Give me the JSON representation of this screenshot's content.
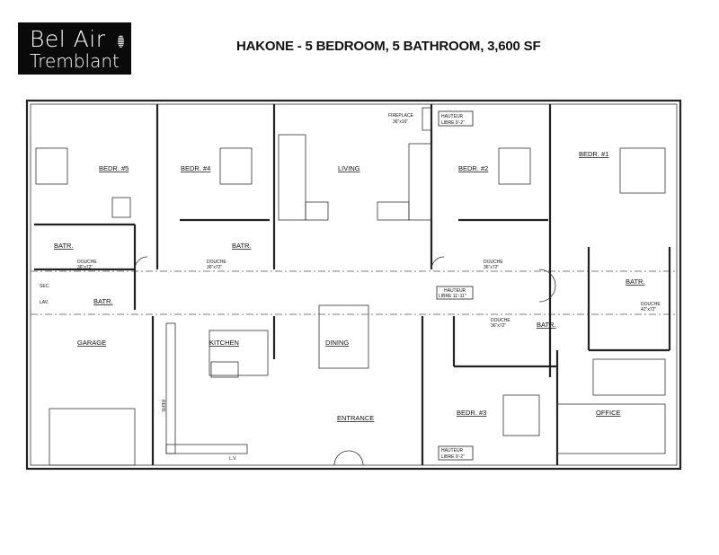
{
  "logo": {
    "line1": "Bel Air",
    "line2": "Tremblant"
  },
  "title": "HAKONE - 5 BEDROOM, 5 BATHROOM, 3,600 SF",
  "rooms": {
    "bedr5": "BEDR. #5",
    "bedr4": "BEDR. #4",
    "living": "LIVING",
    "bedr2": "BEDR. #2",
    "bedr1": "BEDR. #1",
    "bedr3": "BEDR. #3",
    "kitchen": "KITCHEN",
    "dining": "DINING",
    "entrance": "ENTRANCE",
    "garage": "GARAGE",
    "office": "OFFICE",
    "batr": "BATR."
  },
  "fixtures": {
    "fireplace": "FIREPLACE",
    "fireplace_size": "36\"x16\"",
    "douche": "DOUCHE",
    "douche_size": "36\"x72\"",
    "douche_master_size": "42\"x72\"",
    "sec": "SEC.",
    "lav": "LAV.",
    "refr": "REFR.",
    "lv": "L.V."
  },
  "ceiling_notes": {
    "hauteur": "HAUTEUR",
    "libre_bedroom": "LIBRE 9'-2\"",
    "libre_hall": "LIBRE 11'-11\""
  }
}
